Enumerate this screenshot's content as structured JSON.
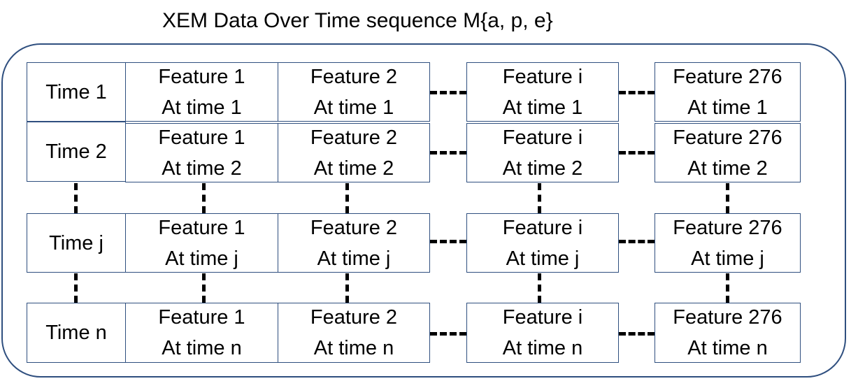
{
  "title": "XEM Data Over Time sequence M{a, p, e}",
  "rows": [
    {
      "time_label": "Time 1",
      "cells": [
        {
          "line1": "Feature 1",
          "line2": "At time 1"
        },
        {
          "line1": "Feature 2",
          "line2": "At time 1"
        },
        {
          "line1": "Feature i",
          "line2": "At time 1"
        },
        {
          "line1": "Feature 276",
          "line2": "At time 1"
        }
      ]
    },
    {
      "time_label": "Time 2",
      "cells": [
        {
          "line1": "Feature 1",
          "line2": "At time 2"
        },
        {
          "line1": "Feature 2",
          "line2": "At time 2"
        },
        {
          "line1": "Feature i",
          "line2": "At time 2"
        },
        {
          "line1": "Feature 276",
          "line2": "At time 2"
        }
      ]
    },
    {
      "time_label": "Time j",
      "cells": [
        {
          "line1": "Feature 1",
          "line2": "At time j"
        },
        {
          "line1": "Feature 2",
          "line2": "At time j"
        },
        {
          "line1": "Feature i",
          "line2": "At time j"
        },
        {
          "line1": "Feature 276",
          "line2": "At time j"
        }
      ]
    },
    {
      "time_label": "Time n",
      "cells": [
        {
          "line1": "Feature 1",
          "line2": "At time n"
        },
        {
          "line1": "Feature 2",
          "line2": "At time n"
        },
        {
          "line1": "Feature i",
          "line2": "At time n"
        },
        {
          "line1": "Feature 276",
          "line2": "At time n"
        }
      ]
    }
  ],
  "colors": {
    "border": "#2f4f7f",
    "connector": "#000000"
  }
}
